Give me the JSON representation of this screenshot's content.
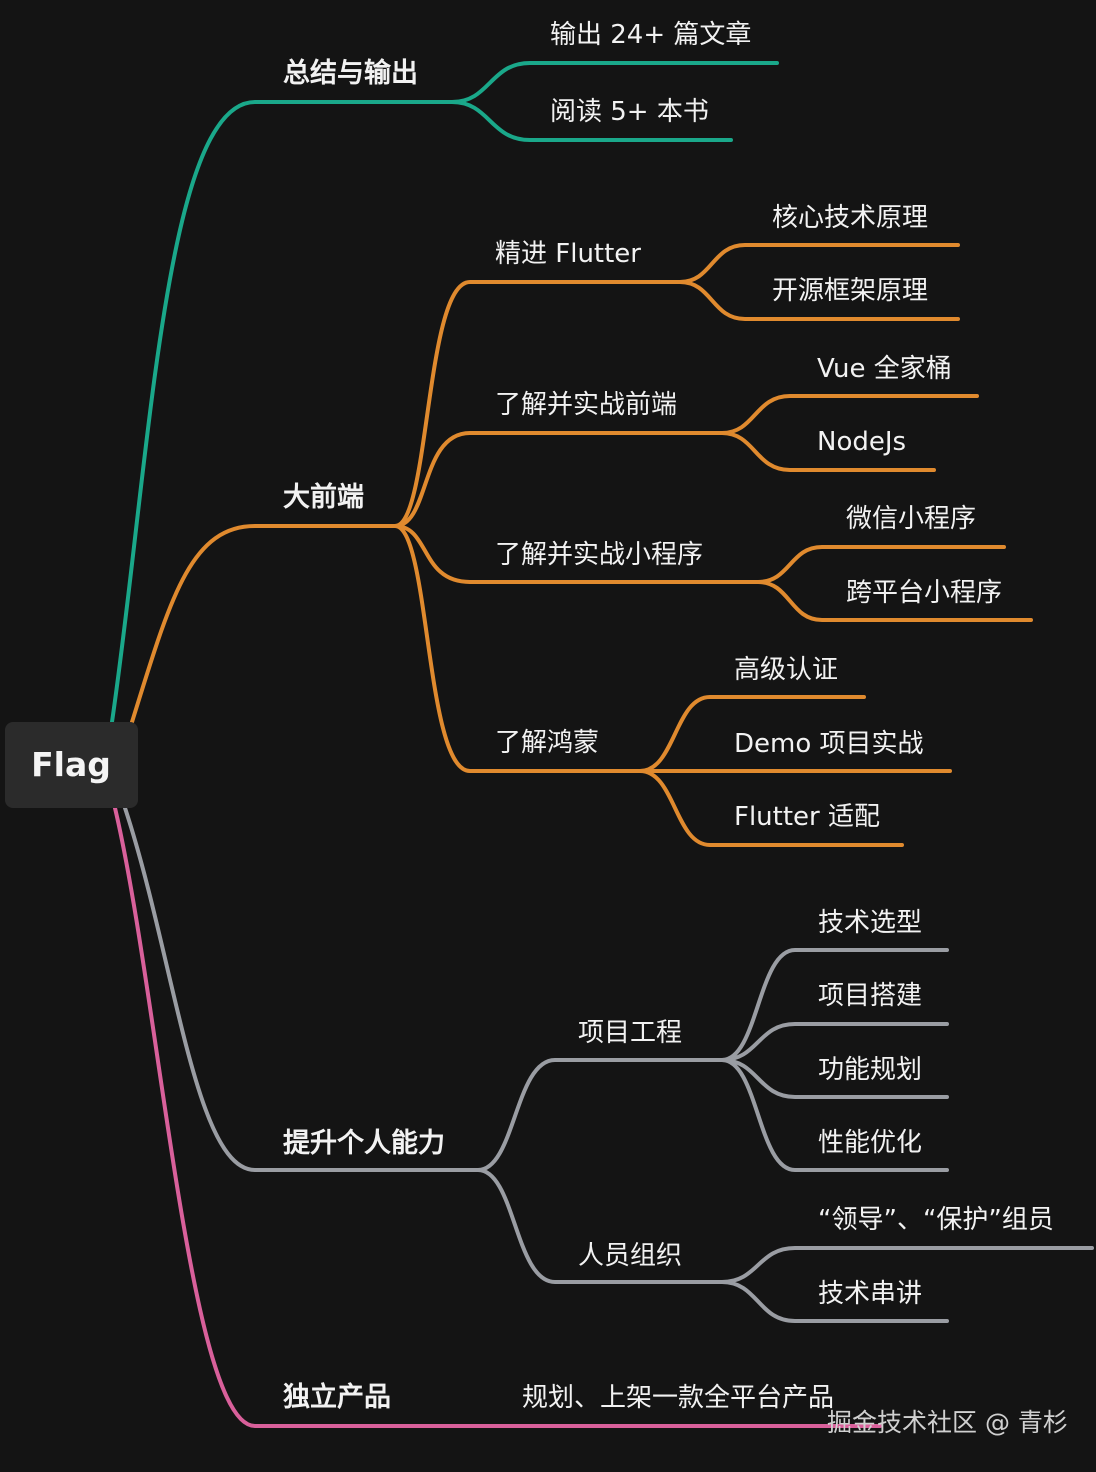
{
  "root": "Flag",
  "colors": {
    "background": "#141414",
    "root_box": "#2b2b2b",
    "text": "#f2f2f2",
    "branch_green": "#1aa88a",
    "branch_orange": "#e08a2e",
    "branch_gray": "#9a9da3",
    "branch_pink": "#d9609b"
  },
  "branches": [
    {
      "label": "总结与输出",
      "color": "branch_green",
      "children": [
        {
          "label": "输出 24+ 篇文章"
        },
        {
          "label": "阅读 5+ 本书"
        }
      ]
    },
    {
      "label": "大前端",
      "color": "branch_orange",
      "children": [
        {
          "label": "精进 Flutter",
          "children": [
            {
              "label": "核心技术原理"
            },
            {
              "label": "开源框架原理"
            }
          ]
        },
        {
          "label": "了解并实战前端",
          "children": [
            {
              "label": "Vue 全家桶"
            },
            {
              "label": "NodeJs"
            }
          ]
        },
        {
          "label": "了解并实战小程序",
          "children": [
            {
              "label": "微信小程序"
            },
            {
              "label": "跨平台小程序"
            }
          ]
        },
        {
          "label": "了解鸿蒙",
          "children": [
            {
              "label": "高级认证"
            },
            {
              "label": "Demo 项目实战"
            },
            {
              "label": "Flutter 适配"
            }
          ]
        }
      ]
    },
    {
      "label": "提升个人能力",
      "color": "branch_gray",
      "children": [
        {
          "label": "项目工程",
          "children": [
            {
              "label": "技术选型"
            },
            {
              "label": "项目搭建"
            },
            {
              "label": "功能规划"
            },
            {
              "label": "性能优化"
            }
          ]
        },
        {
          "label": "人员组织",
          "children": [
            {
              "label": "“领导”、“保护”组员"
            },
            {
              "label": "技术串讲"
            }
          ]
        }
      ]
    },
    {
      "label": "独立产品",
      "color": "branch_pink",
      "children": [
        {
          "label": "规划、上架一款全平台产品"
        }
      ]
    }
  ],
  "watermark": "掘金技术社区 @ 青杉"
}
